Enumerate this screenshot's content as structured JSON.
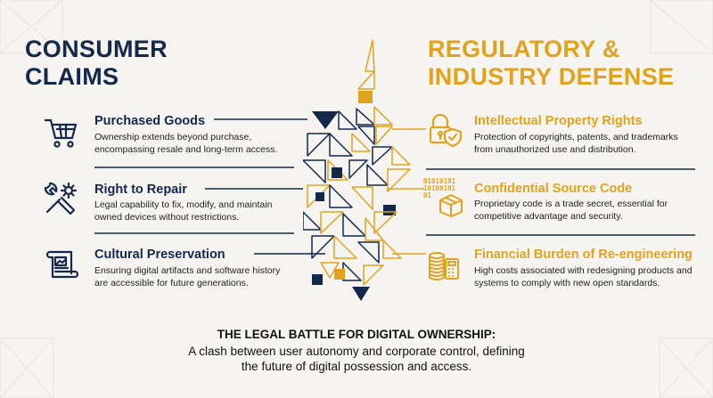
{
  "left": {
    "heading": "CONSUMER CLAIMS",
    "items": [
      {
        "title": "Purchased Goods",
        "desc": "Ownership extends beyond purchase, encompassing resale and long-term access.",
        "icon": "shopping-cart-icon"
      },
      {
        "title": "Right to Repair",
        "desc": "Legal capability to fix, modify, and maintain owned devices without restrictions.",
        "icon": "wrench-gear-icon"
      },
      {
        "title": "Cultural Preservation",
        "desc": "Ensuring digital artifacts and software history are accessible for future generations.",
        "icon": "scroll-document-icon"
      }
    ]
  },
  "right": {
    "heading": "REGULATORY & INDUSTRY DEFENSE",
    "items": [
      {
        "title": "Intellectual Property Rights",
        "desc": "Protection of copyrights, patents, and trademarks from unauthorized use and distribution.",
        "icon": "padlock-shield-icon"
      },
      {
        "title": "Confidential Source Code",
        "desc": "Proprietary code is a trade secret, essential for competitive advantage and security.",
        "icon": "binary-box-icon",
        "binary_lines": [
          "01010101",
          "10100101",
          "01"
        ]
      },
      {
        "title": "Financial Burden of Re-engineering",
        "desc": "High costs associated with redesigning products and systems to comply with new open standards.",
        "icon": "coins-calculator-icon"
      }
    ]
  },
  "footer": {
    "title": "THE LEGAL BATTLE FOR DIGITAL OWNERSHIP:",
    "desc_line1": "A clash between user autonomy and corporate control, defining",
    "desc_line2": "the future of digital possession and access."
  },
  "colors": {
    "navy": "#14284a",
    "gold": "#e1a31d",
    "background": "#f5f4f0"
  }
}
